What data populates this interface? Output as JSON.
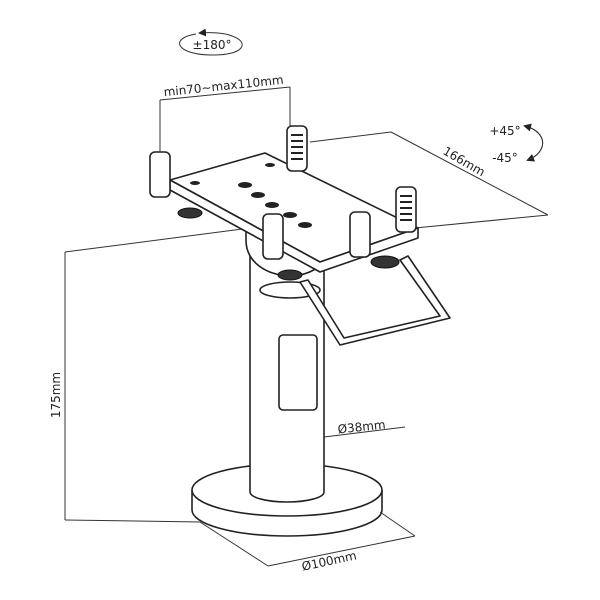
{
  "title": "POS terminal stand dimension drawing",
  "labels": {
    "rotation": "±180°",
    "clamp_range": "min70~max110mm",
    "tilt_plus": "+45°",
    "tilt_minus": "-45°",
    "depth": "166mm",
    "height": "175mm",
    "pole_diameter": "Ø38mm",
    "base_diameter": "Ø100mm"
  },
  "colors": {
    "line": "#222222",
    "background": "#ffffff"
  }
}
